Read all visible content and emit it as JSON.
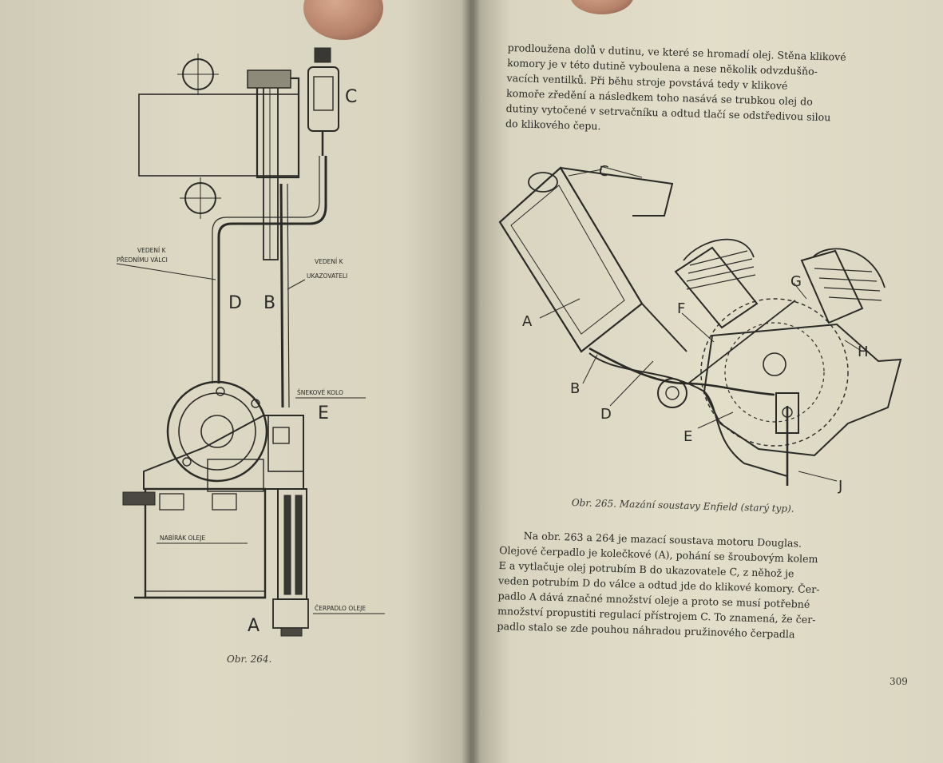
{
  "left_page": {
    "figure": {
      "letters": {
        "c": "C",
        "d": "D",
        "b": "B",
        "e": "E",
        "a": "A"
      },
      "annotations": {
        "vedeni_valci_1": "VEDENÍ K",
        "vedeni_valci_2": "PŘEDNÍMU VÁLCI",
        "vedeni_ukazovateli_1": "VEDENÍ K",
        "vedeni_ukazovateli_2": "UKAZOVATELI",
        "snekove_kolo": "ŠNEKOVÉ KOLO",
        "naberak_oleje": "NABÍRÁK OLEJE",
        "cerpadlo_oleje": "ČERPADLO OLEJE"
      }
    },
    "caption": "Obr. 264."
  },
  "right_page": {
    "top_paragraph": [
      "prodloužena dolů v dutinu, ve které se hromadí olej. Stěna klikové",
      "komory je v této dutině vyboulena a nese několik odvzdušňo-",
      "vacích ventilků. Při běhu stroje povstává tedy v klikové",
      "komoře zředění a následkem toho nasává se trubkou olej do",
      "dutiny vytočené v setrvačníku a odtud tlačí se odstředivou silou",
      "do klikového čepu."
    ],
    "figure": {
      "letters": {
        "c": "C",
        "g": "G",
        "a": "A",
        "f": "F",
        "h": "H",
        "b": "B",
        "d": "D",
        "e": "E",
        "j": "J"
      }
    },
    "caption": "Obr. 265. Mazání soustavy Enfield (starý typ).",
    "bottom_paragraph": [
      "Na obr. 263 a 264 je mazací soustava motoru Douglas.",
      "Olejové čerpadlo je kolečkové (A), pohání se šroubovým kolem",
      "E a vytlačuje olej potrubím B do ukazovatele C, z něhož je",
      "veden potrubím D do válce a odtud jde do klikové komory. Čer-",
      "padlo A dává značné množství oleje a proto se musí potřebné",
      "množství propustiti regulací přístrojem C. To znamená, že čer-",
      "padlo stalo se zde pouhou náhradou pružinového čerpadla"
    ],
    "page_number": "309"
  },
  "colors": {
    "paper": "#dcd8c3",
    "ink": "#2b2a26",
    "background": "#6d6a5c"
  }
}
